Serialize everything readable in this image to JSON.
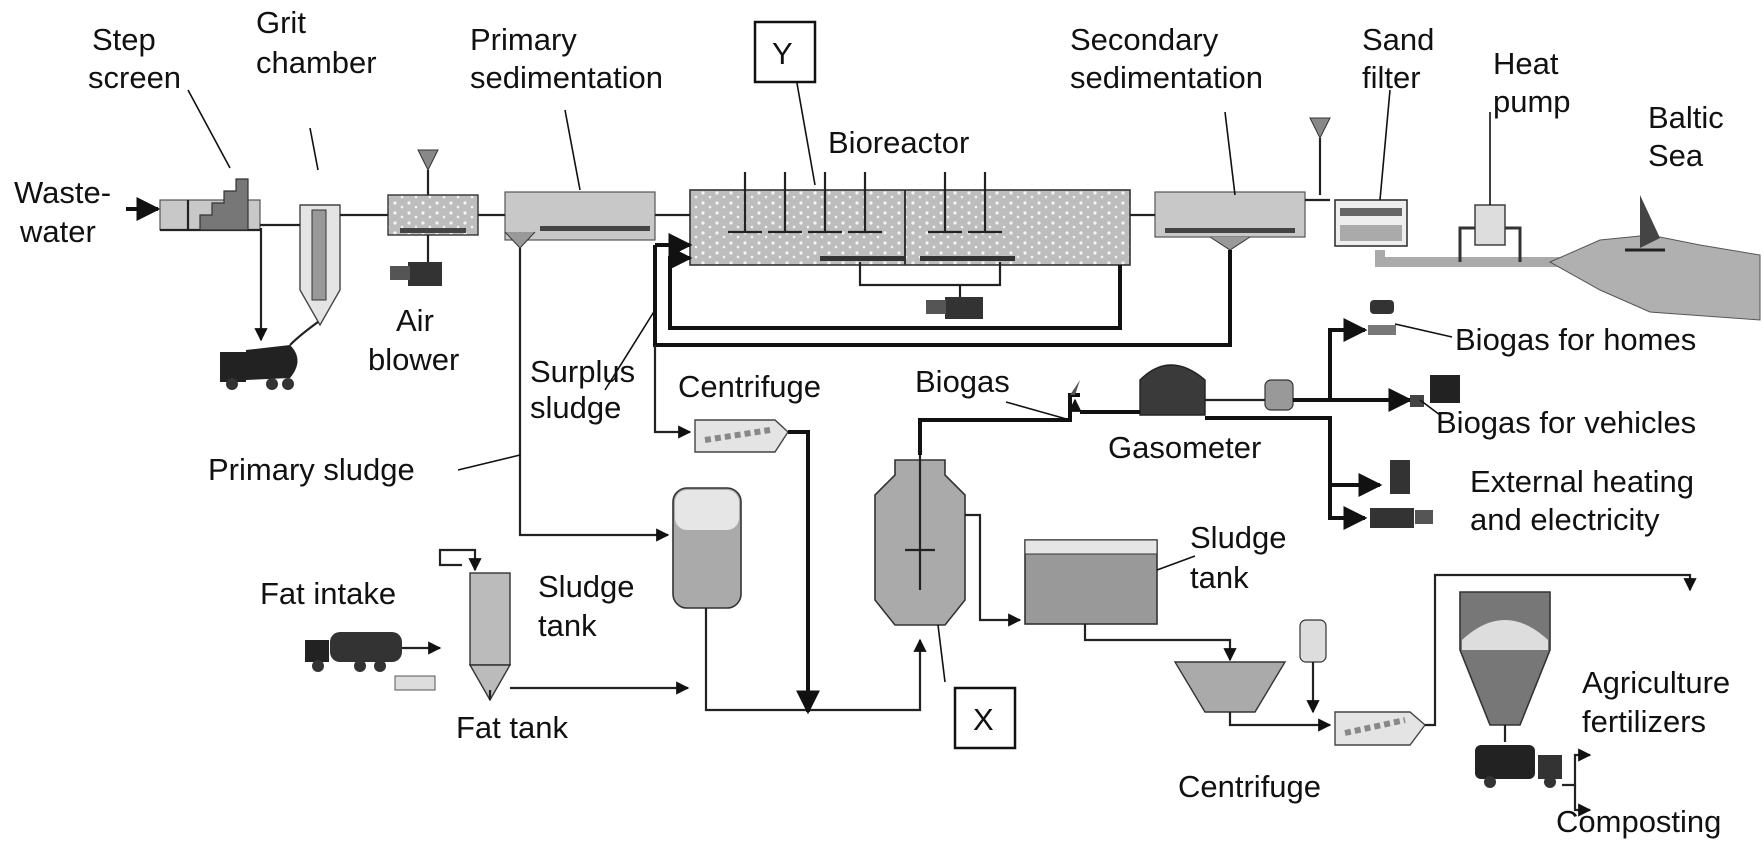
{
  "labels": {
    "wastewater_1": "Waste-",
    "wastewater_2": "water",
    "step_screen_1": "Step",
    "step_screen_2": "screen",
    "grit_chamber_1": "Grit",
    "grit_chamber_2": "chamber",
    "primary_sed_1": "Primary",
    "primary_sed_2": "sedimentation",
    "marker_y": "Y",
    "bioreactor": "Bioreactor",
    "secondary_sed_1": "Secondary",
    "secondary_sed_2": "sedimentation",
    "sand_filter_1": "Sand",
    "sand_filter_2": "filter",
    "heat_pump_1": "Heat",
    "heat_pump_2": "pump",
    "baltic_sea_1": "Baltic",
    "baltic_sea_2": "Sea",
    "air_blower_1": "Air",
    "air_blower_2": "blower",
    "surplus_sludge_1": "Surplus",
    "surplus_sludge_2": "sludge",
    "centrifuge_top": "Centrifuge",
    "biogas": "Biogas",
    "gasometer": "Gasometer",
    "biogas_homes": "Biogas for homes",
    "biogas_vehicles": "Biogas for vehicles",
    "external_heating_1": "External heating",
    "external_heating_2": "and electricity",
    "primary_sludge": "Primary sludge",
    "fat_intake": "Fat intake",
    "fat_tank": "Fat tank",
    "sludge_tank_left_1": "Sludge",
    "sludge_tank_left_2": "tank",
    "sludge_tank_right_1": "Sludge",
    "sludge_tank_right_2": "tank",
    "marker_x": "X",
    "centrifuge_bottom": "Centrifuge",
    "agriculture_1": "Agriculture",
    "agriculture_2": "fertilizers",
    "composting": "Composting"
  }
}
